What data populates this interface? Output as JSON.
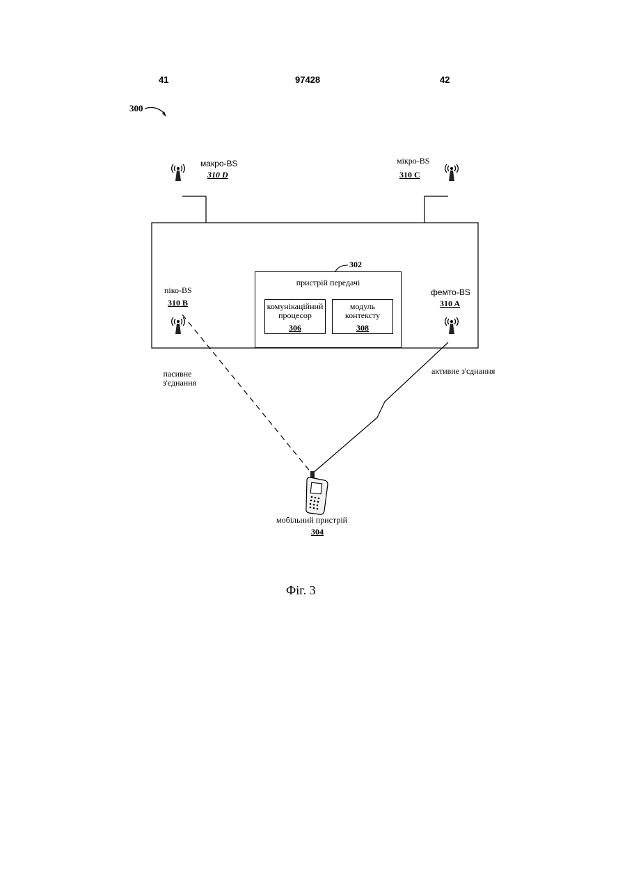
{
  "header": {
    "page_left": "41",
    "doc_number": "97428",
    "page_right": "42"
  },
  "figure_ref": "300",
  "macro_bs": {
    "label": "макро-BS",
    "ref": "310 D"
  },
  "micro_bs": {
    "label": "мікро-BS",
    "ref": "310 C"
  },
  "pico_bs": {
    "label": "піко-BS",
    "ref": "310 B"
  },
  "femto_bs": {
    "label": "фемто-BS",
    "ref": "310 A"
  },
  "transmitter": {
    "ref": "302",
    "label": "пристрій передачі"
  },
  "comm_processor": {
    "label_line1": "комунікаційний",
    "label_line2": "процесор",
    "ref": "306"
  },
  "context_module": {
    "label_line1": "модуль",
    "label_line2": "контексту",
    "ref": "308"
  },
  "passive_link": {
    "line1": "пасивне",
    "line2": "з'єднання"
  },
  "active_link": {
    "label": "активне з'єднання"
  },
  "mobile": {
    "label": "мобільний пристрій",
    "ref": "304"
  },
  "caption": "Фіг. 3"
}
